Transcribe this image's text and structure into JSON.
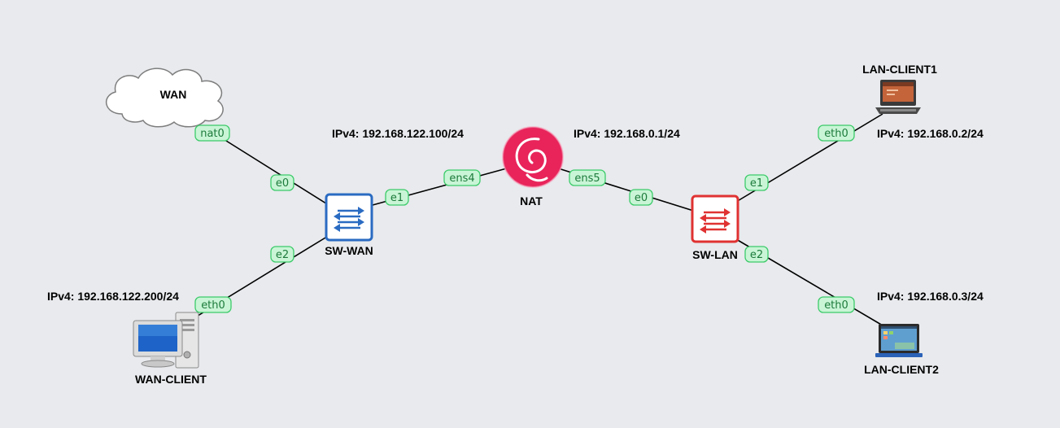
{
  "nodes": {
    "wan": "WAN",
    "sw_wan": "SW-WAN",
    "nat": "NAT",
    "sw_lan": "SW-LAN",
    "lan_client1": "LAN-CLIENT1",
    "lan_client2": "LAN-CLIENT2",
    "wan_client": "WAN-CLIENT"
  },
  "ips": {
    "nat_wan": "IPv4:  192.168.122.100/24",
    "nat_lan": "IPv4: 192.168.0.1/24",
    "lan_client1": "IPv4: 192.168.0.2/24",
    "lan_client2": "IPv4: 192.168.0.3/24",
    "wan_client": "IPv4:  192.168.122.200/24"
  },
  "ports": {
    "wan_nat0": "nat0",
    "swwan_e0": "e0",
    "swwan_e1": "e1",
    "swwan_e2": "e2",
    "nat_ens4": "ens4",
    "nat_ens5": "ens5",
    "swlan_e0": "e0",
    "swlan_e1": "e1",
    "swlan_e2": "e2",
    "lan1_eth0": "eth0",
    "lan2_eth0": "eth0",
    "wanclient_eth0": "eth0"
  },
  "colors": {
    "background": "#e8eaed",
    "sw_wan": "#2a6bc2",
    "sw_lan": "#e03232",
    "nat": "#e8245b",
    "port_fill": "#c9f5d6",
    "port_stroke": "#3ccb6a"
  },
  "icons": {
    "wan": "cloud-icon",
    "sw_wan": "switch-icon",
    "nat": "debian-swirl-icon",
    "sw_lan": "switch-icon",
    "lan_client1": "desktop-computer-icon",
    "lan_client2": "laptop-icon",
    "wan_client": "workstation-icon"
  }
}
